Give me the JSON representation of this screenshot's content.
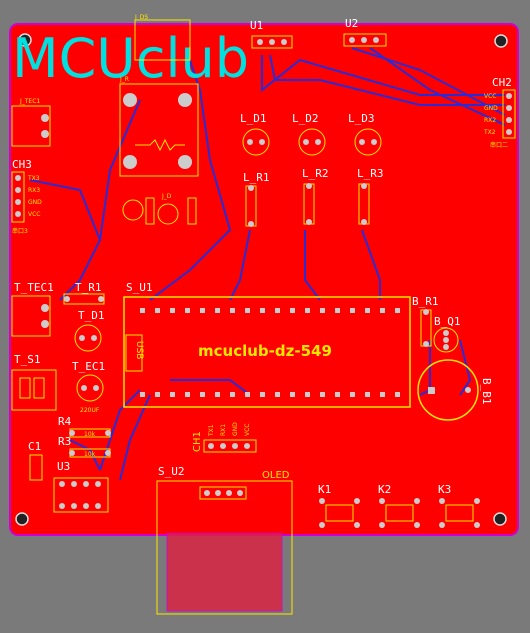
{
  "logo": {
    "text": "MCUclub"
  },
  "chip_label": "mcuclub-dz-549",
  "usb_label": "USB",
  "labels": {
    "u1": "U1",
    "u2": "U2",
    "ch2": "CH2",
    "ch3": "CH3",
    "ch1": "CH1",
    "j_tec1": "J_TEC1",
    "j_ds": "J_DS",
    "l_d1": "L_D1",
    "l_d2": "L_D2",
    "l_d3": "L_D3",
    "l_r1": "L_R1",
    "l_r2": "L_R2",
    "l_r3": "L_R3",
    "s_u1": "S_U1",
    "t_tec1": "T_TEC1",
    "t_r1": "T_R1",
    "t_d1": "T_D1",
    "t_s1": "T_S1",
    "t_ec1": "T_EC1",
    "b_r1": "B_R1",
    "b_q1": "B_Q1",
    "b_b1": "B_B1",
    "r4": "R4",
    "r3": "R3",
    "c1": "C1",
    "u3": "U3",
    "s_u2": "S_U2",
    "oled": "OLED",
    "k1": "K1",
    "k2": "K2",
    "k3": "K3",
    "j_r": "J_R",
    "j_d": "J_D"
  },
  "ch2_pins": [
    "VCC",
    "GND",
    "RX2",
    "TX2"
  ],
  "ch3_pins": [
    "TX3",
    "RX3",
    "GND",
    "VCC"
  ],
  "ch1_pins": [
    "TX1",
    "RX1",
    "GND",
    "VCC"
  ],
  "ch2_note": "串口二",
  "ch3_note": "串口3",
  "cap_note": "220UF",
  "r_note": "10k",
  "colors": {
    "board": "#ff0000",
    "silk": "#ffe600",
    "trace": "#2b2bd6",
    "outline": "#d000d0",
    "logo": "#00e0e0"
  }
}
